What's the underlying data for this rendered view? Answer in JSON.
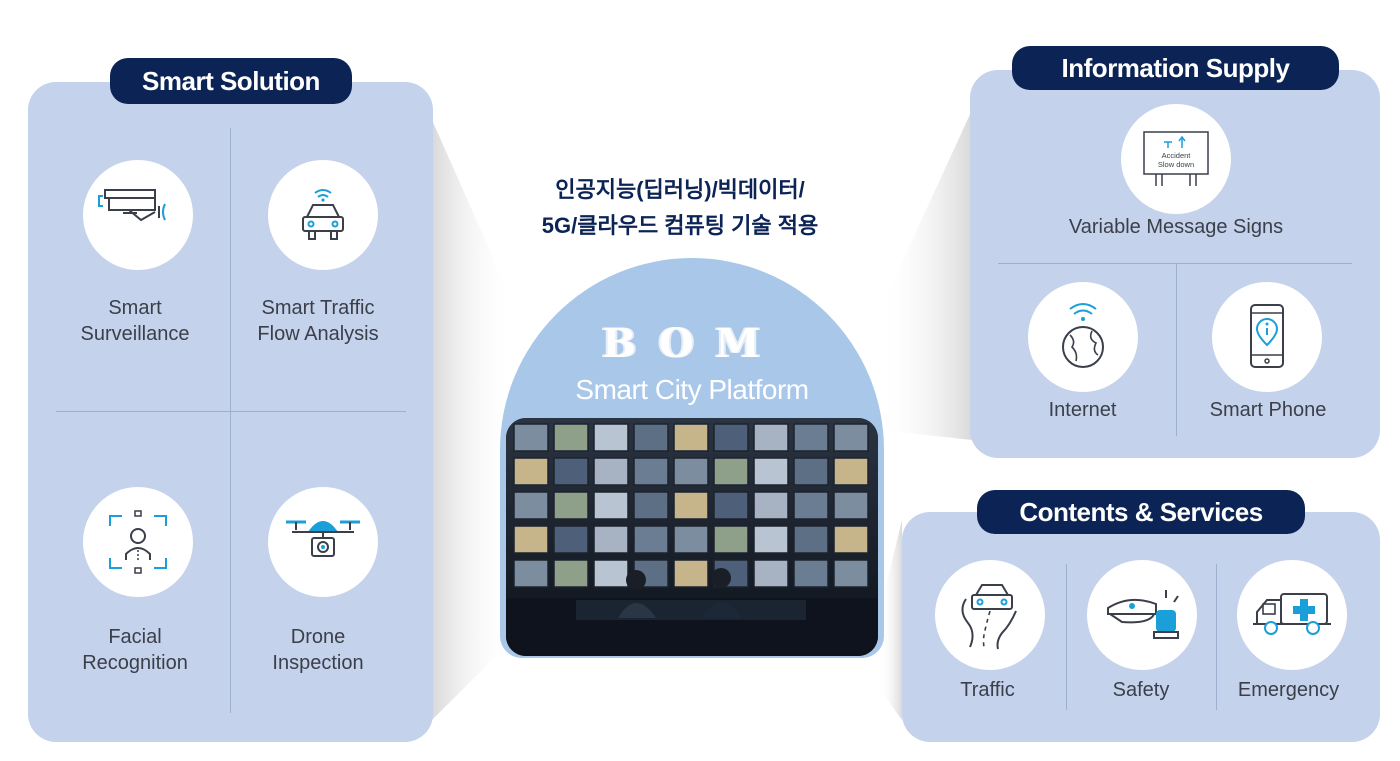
{
  "tagline": {
    "line1": "인공지능(딥러닝)/빅데이터/",
    "line2": "5G/클라우드 컴퓨팅 기술 적용"
  },
  "platform": {
    "logo": "BOM",
    "title": "Smart City Platform"
  },
  "smart_solution": {
    "title": "Smart Solution",
    "items": [
      {
        "label": "Smart\nSurveillance",
        "icon": "cctv-camera-icon"
      },
      {
        "label": "Smart Traffic\nFlow Analysis",
        "icon": "connected-car-icon"
      },
      {
        "label": "Facial\nRecognition",
        "icon": "face-scan-icon"
      },
      {
        "label": "Drone\nInspection",
        "icon": "drone-camera-icon"
      }
    ]
  },
  "information_supply": {
    "title": "Information Supply",
    "sign_text_1": "Accident",
    "sign_text_2": "Slow down",
    "items": [
      {
        "label": "Variable Message Signs",
        "icon": "message-sign-icon"
      },
      {
        "label": "Internet",
        "icon": "globe-wifi-icon"
      },
      {
        "label": "Smart Phone",
        "icon": "smartphone-info-icon"
      }
    ]
  },
  "contents_services": {
    "title": "Contents & Services",
    "items": [
      {
        "label": "Traffic",
        "icon": "car-road-icon"
      },
      {
        "label": "Safety",
        "icon": "police-cap-siren-icon"
      },
      {
        "label": "Emergency",
        "icon": "ambulance-icon"
      }
    ]
  },
  "colors": {
    "navy": "#0b2455",
    "panel": "#c5d2eb",
    "accent": "#1a9fd8",
    "dome": "#a9c7e8"
  }
}
